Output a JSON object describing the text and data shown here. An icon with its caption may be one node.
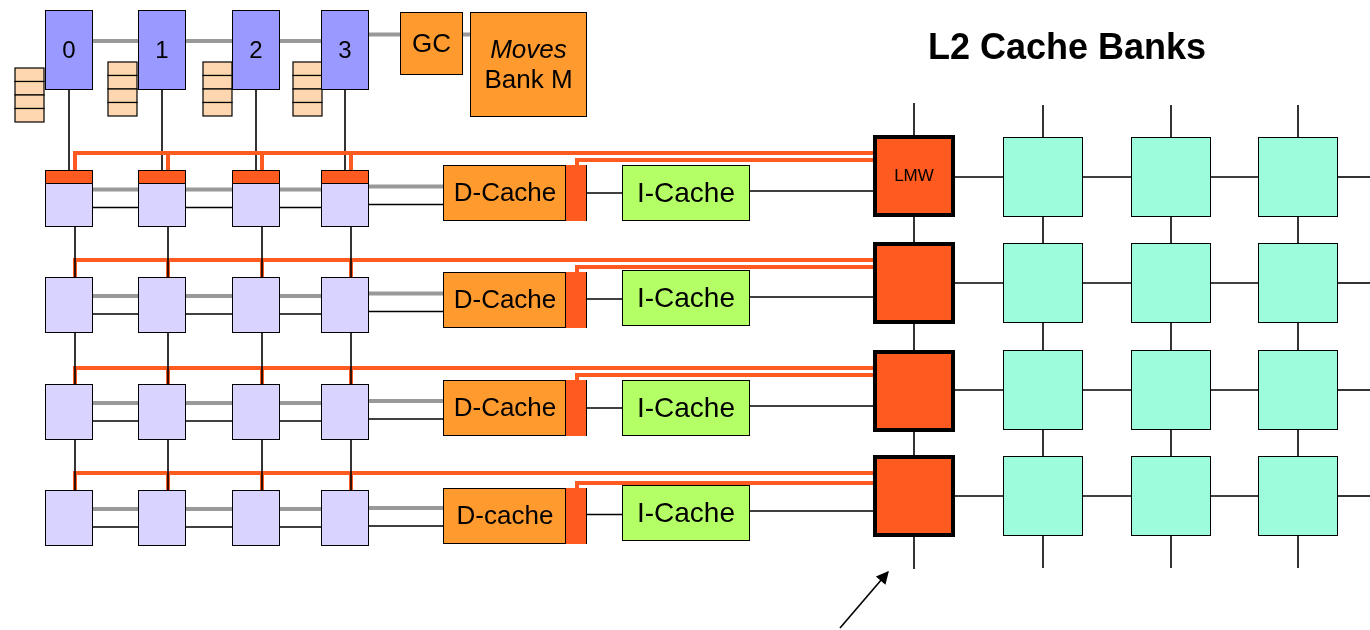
{
  "diagram": {
    "nodes": [
      {
        "text": [
          "0"
        ]
      },
      {
        "text": [
          "1"
        ]
      },
      {
        "text": [
          "2"
        ]
      },
      {
        "text": [
          "3"
        ]
      },
      {
        "text": [
          "GC"
        ]
      },
      {
        "text": [
          "*Moves* Bank M"
        ]
      },
      {
        "text": [],
        "shape": "box"
      },
      {
        "text": [],
        "shape": "box"
      },
      {
        "text": [],
        "shape": "box"
      },
      {
        "text": [],
        "shape": "box"
      },
      {
        "text": [],
        "shape": "box"
      },
      {
        "text": [],
        "shape": "box"
      },
      {
        "text": [],
        "shape": "box"
      },
      {
        "text": [],
        "shape": "box"
      },
      {
        "text": [],
        "shape": "box"
      },
      {
        "text": [],
        "shape": "box"
      },
      {
        "text": [],
        "shape": "box"
      },
      {
        "text": [],
        "shape": "box"
      },
      {
        "text": [],
        "shape": "box"
      },
      {
        "text": [],
        "shape": "box"
      },
      {
        "text": [],
        "shape": "box"
      },
      {
        "text": [],
        "shape": "box"
      },
      {
        "text": [
          "D-Cache"
        ]
      },
      {
        "text": [
          "D-Cache"
        ]
      },
      {
        "text": [
          "D-Cache"
        ]
      },
      {
        "text": [
          "D-cache"
        ]
      },
      {
        "text": [
          "I-Cache"
        ]
      },
      {
        "text": [
          "I-Cache"
        ]
      },
      {
        "text": [
          "I-Cache"
        ]
      },
      {
        "text": [
          "I-Cache"
        ]
      },
      {
        "text": [
          "LMW"
        ]
      },
      {
        "text": [],
        "shape": "box"
      },
      {
        "text": [],
        "shape": "box"
      },
      {
        "text": [],
        "shape": "box"
      },
      {
        "text": [],
        "shape": "box"
      },
      {
        "text": [],
        "shape": "box"
      },
      {
        "text": [],
        "shape": "box"
      },
      {
        "text": [],
        "shape": "box"
      },
      {
        "text": [],
        "shape": "box"
      },
      {
        "text": [],
        "shape": "box"
      },
      {
        "text": [],
        "shape": "box"
      },
      {
        "text": [],
        "shape": "box"
      },
      {
        "text": [],
        "shape": "box"
      },
      {
        "text": [],
        "shape": "box"
      },
      {
        "text": [],
        "shape": "box"
      },
      {
        "text": [],
        "shape": "box"
      }
    ],
    "edges": [
      {
        "from": 0,
        "to": 1,
        "arrow": "none",
        "style": "thick",
        "color": "#999999"
      },
      {
        "from": 1,
        "to": 2,
        "arrow": "none",
        "style": "thick",
        "color": "#999999"
      },
      {
        "from": 2,
        "to": 3,
        "arrow": "none",
        "style": "thick",
        "color": "#999999"
      },
      {
        "from": 3,
        "to": 4,
        "arrow": "none",
        "style": "thick",
        "color": "#999999"
      },
      {
        "from": 4,
        "to": 5,
        "arrow": "none",
        "style": "thick",
        "color": "#999999"
      },
      {
        "from": 0,
        "to": 6,
        "arrow": "none"
      },
      {
        "from": 1,
        "to": 7,
        "arrow": "none"
      },
      {
        "from": 2,
        "to": 8,
        "arrow": "none"
      },
      {
        "from": 3,
        "to": 9,
        "arrow": "none"
      },
      {
        "from": 6,
        "to": 7,
        "arrow": "none",
        "style": "thick",
        "color": "#999999"
      },
      {
        "from": 6,
        "to": 7,
        "arrow": "none"
      },
      {
        "from": 7,
        "to": 8,
        "arrow": "none",
        "style": "thick",
        "color": "#999999"
      },
      {
        "from": 7,
        "to": 8,
        "arrow": "none"
      },
      {
        "from": 8,
        "to": 9,
        "arrow": "none",
        "style": "thick",
        "color": "#999999"
      },
      {
        "from": 8,
        "to": 9,
        "arrow": "none"
      },
      {
        "from": 9,
        "to": 22,
        "arrow": "none",
        "style": "thick",
        "color": "#999999"
      },
      {
        "from": 9,
        "to": 22,
        "arrow": "none"
      },
      {
        "from": 22,
        "to": 26,
        "arrow": "none"
      },
      {
        "from": 26,
        "to": 30,
        "arrow": "none"
      },
      {
        "from": 30,
        "to": 34,
        "arrow": "none"
      },
      {
        "from": 34,
        "to": 35,
        "arrow": "none"
      },
      {
        "from": 35,
        "to": 36,
        "arrow": "none"
      },
      {
        "from": 36,
        "to": null,
        "arrow": "none"
      },
      {
        "from": 6,
        "to": 30,
        "arrow": "none",
        "style": "thick",
        "color": "#ff5a1f"
      },
      {
        "from": 7,
        "to": 30,
        "arrow": "none",
        "style": "thick",
        "color": "#ff5a1f"
      },
      {
        "from": 8,
        "to": 30,
        "arrow": "none",
        "style": "thick",
        "color": "#ff5a1f"
      },
      {
        "from": 9,
        "to": 30,
        "arrow": "none",
        "style": "thick",
        "color": "#ff5a1f"
      },
      {
        "from": 22,
        "to": 30,
        "arrow": "none",
        "style": "thick",
        "color": "#ff5a1f"
      },
      {
        "from": 10,
        "to": 11,
        "arrow": "none",
        "style": "thick",
        "color": "#999999"
      },
      {
        "from": 10,
        "to": 11,
        "arrow": "none"
      },
      {
        "from": 11,
        "to": 12,
        "arrow": "none",
        "style": "thick",
        "color": "#999999"
      },
      {
        "from": 11,
        "to": 12,
        "arrow": "none"
      },
      {
        "from": 12,
        "to": 13,
        "arrow": "none",
        "style": "thick",
        "color": "#999999"
      },
      {
        "from": 12,
        "to": 13,
        "arrow": "none"
      },
      {
        "from": 13,
        "to": 23,
        "arrow": "none",
        "style": "thick",
        "color": "#999999"
      },
      {
        "from": 13,
        "to": 23,
        "arrow": "none"
      },
      {
        "from": 23,
        "to": 27,
        "arrow": "none"
      },
      {
        "from": 27,
        "to": 31,
        "arrow": "none"
      },
      {
        "from": 31,
        "to": 37,
        "arrow": "none"
      },
      {
        "from": 37,
        "to": 38,
        "arrow": "none"
      },
      {
        "from": 38,
        "to": 39,
        "arrow": "none"
      },
      {
        "from": 39,
        "to": null,
        "arrow": "none"
      },
      {
        "from": 10,
        "to": 31,
        "arrow": "none",
        "style": "thick",
        "color": "#ff5a1f"
      },
      {
        "from": 11,
        "to": 31,
        "arrow": "none",
        "style": "thick",
        "color": "#ff5a1f"
      },
      {
        "from": 12,
        "to": 31,
        "arrow": "none",
        "style": "thick",
        "color": "#ff5a1f"
      },
      {
        "from": 13,
        "to": 31,
        "arrow": "none",
        "style": "thick",
        "color": "#ff5a1f"
      },
      {
        "from": 23,
        "to": 31,
        "arrow": "none",
        "style": "thick",
        "color": "#ff5a1f"
      },
      {
        "from": 14,
        "to": 15,
        "arrow": "none",
        "style": "thick",
        "color": "#999999"
      },
      {
        "from": 14,
        "to": 15,
        "arrow": "none"
      },
      {
        "from": 15,
        "to": 16,
        "arrow": "none",
        "style": "thick",
        "color": "#999999"
      },
      {
        "from": 15,
        "to": 16,
        "arrow": "none"
      },
      {
        "from": 16,
        "to": 17,
        "arrow": "none",
        "style": "thick",
        "color": "#999999"
      },
      {
        "from": 16,
        "to": 17,
        "arrow": "none"
      },
      {
        "from": 17,
        "to": 24,
        "arrow": "none",
        "style": "thick",
        "color": "#999999"
      },
      {
        "from": 17,
        "to": 24,
        "arrow": "none"
      },
      {
        "from": 24,
        "to": 28,
        "arrow": "none"
      },
      {
        "from": 28,
        "to": 32,
        "arrow": "none"
      },
      {
        "from": 32,
        "to": 40,
        "arrow": "none"
      },
      {
        "from": 40,
        "to": 41,
        "arrow": "none"
      },
      {
        "from": 41,
        "to": 42,
        "arrow": "none"
      },
      {
        "from": 42,
        "to": null,
        "arrow": "none"
      },
      {
        "from": 14,
        "to": 32,
        "arrow": "none",
        "style": "thick",
        "color": "#ff5a1f"
      },
      {
        "from": 15,
        "to": 32,
        "arrow": "none",
        "style": "thick",
        "color": "#ff5a1f"
      },
      {
        "from": 16,
        "to": 32,
        "arrow": "none",
        "style": "thick",
        "color": "#ff5a1f"
      },
      {
        "from": 17,
        "to": 32,
        "arrow": "none",
        "style": "thick",
        "color": "#ff5a1f"
      },
      {
        "from": 24,
        "to": 32,
        "arrow": "none",
        "style": "thick",
        "color": "#ff5a1f"
      },
      {
        "from": 18,
        "to": 19,
        "arrow": "none",
        "style": "thick",
        "color": "#999999"
      },
      {
        "from": 18,
        "to": 19,
        "arrow": "none"
      },
      {
        "from": 19,
        "to": 20,
        "arrow": "none",
        "style": "thick",
        "color": "#999999"
      },
      {
        "from": 19,
        "to": 20,
        "arrow": "none"
      },
      {
        "from": 20,
        "to": 21,
        "arrow": "none",
        "style": "thick",
        "color": "#999999"
      },
      {
        "from": 20,
        "to": 21,
        "arrow": "none"
      },
      {
        "from": 21,
        "to": 25,
        "arrow": "none",
        "style": "thick",
        "color": "#999999"
      },
      {
        "from": 21,
        "to": 25,
        "arrow": "none"
      },
      {
        "from": 25,
        "to": 29,
        "arrow": "none"
      },
      {
        "from": 29,
        "to": 33,
        "arrow": "none"
      },
      {
        "from": 33,
        "to": 43,
        "arrow": "none"
      },
      {
        "from": 43,
        "to": 44,
        "arrow": "none"
      },
      {
        "from": 44,
        "to": 45,
        "arrow": "none"
      },
      {
        "from": 45,
        "to": null,
        "arrow": "none"
      },
      {
        "from": 18,
        "to": 33,
        "arrow": "none",
        "style": "thick",
        "color": "#ff5a1f"
      },
      {
        "from": 19,
        "to": 33,
        "arrow": "none",
        "style": "thick",
        "color": "#ff5a1f"
      },
      {
        "from": 20,
        "to": 33,
        "arrow": "none",
        "style": "thick",
        "color": "#ff5a1f"
      },
      {
        "from": 21,
        "to": 33,
        "arrow": "none",
        "style": "thick",
        "color": "#ff5a1f"
      },
      {
        "from": 25,
        "to": 33,
        "arrow": "none",
        "style": "thick",
        "color": "#ff5a1f"
      },
      {
        "from": 6,
        "to": 10,
        "arrow": "none"
      },
      {
        "from": 10,
        "to": 14,
        "arrow": "none"
      },
      {
        "from": 14,
        "to": 18,
        "arrow": "none"
      },
      {
        "from": 7,
        "to": 11,
        "arrow": "none"
      },
      {
        "from": 11,
        "to": 15,
        "arrow": "none"
      },
      {
        "from": 15,
        "to": 19,
        "arrow": "none"
      },
      {
        "from": 8,
        "to": 12,
        "arrow": "none"
      },
      {
        "from": 12,
        "to": 16,
        "arrow": "none"
      },
      {
        "from": 16,
        "to": 20,
        "arrow": "none"
      },
      {
        "from": 9,
        "to": 13,
        "arrow": "none"
      },
      {
        "from": 13,
        "to": 17,
        "arrow": "none"
      },
      {
        "from": 17,
        "to": 21,
        "arrow": "none"
      },
      {
        "from": 30,
        "to": 31,
        "arrow": "none"
      },
      {
        "from": 31,
        "to": 32,
        "arrow": "none"
      },
      {
        "from": 32,
        "to": 33,
        "arrow": "none"
      },
      {
        "from": 34,
        "to": 37,
        "arrow": "none"
      },
      {
        "from": 37,
        "to": 40,
        "arrow": "none"
      },
      {
        "from": 40,
        "to": 43,
        "arrow": "none"
      },
      {
        "from": 35,
        "to": 38,
        "arrow": "none"
      },
      {
        "from": 38,
        "to": 41,
        "arrow": "none"
      },
      {
        "from": 41,
        "to": 44,
        "arrow": "none"
      },
      {
        "from": 36,
        "to": 39,
        "arrow": "none"
      },
      {
        "from": 39,
        "to": 42,
        "arrow": "none"
      },
      {
        "from": 42,
        "to": 45,
        "arrow": "none"
      },
      {
        "from": 30,
        "to": null,
        "arrow": "none"
      },
      {
        "from": 34,
        "to": null,
        "arrow": "none"
      },
      {
        "from": 35,
        "to": null,
        "arrow": "none"
      },
      {
        "from": 36,
        "to": null,
        "arrow": "none"
      },
      {
        "from": 33,
        "to": null,
        "arrow": "none"
      },
      {
        "from": 43,
        "to": null,
        "arrow": "none"
      },
      {
        "from": 44,
        "to": null,
        "arrow": "none"
      },
      {
        "from": 45,
        "to": null,
        "arrow": "none"
      },
      {
        "from": null,
        "to": 33,
        "arrow": "to"
      }
    ],
    "labels": [
      "L2 Cache Banks"
    ]
  }
}
